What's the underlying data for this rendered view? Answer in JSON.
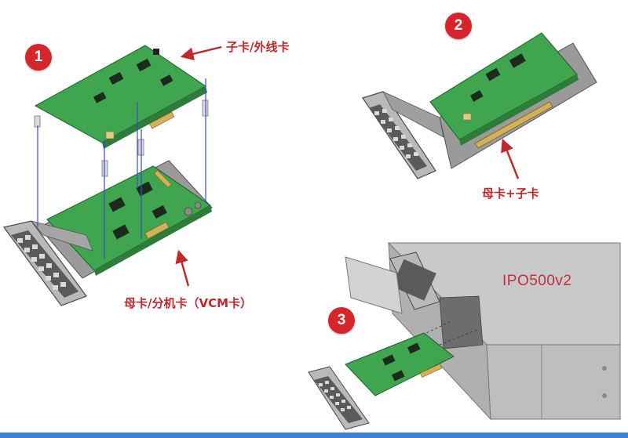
{
  "steps": [
    "1",
    "2",
    "3"
  ],
  "callouts": {
    "daughter_card": "子卡/外线卡",
    "combined_card": "母卡+子卡",
    "mother_card": "母卡/分机卡（VCM卡）"
  },
  "chassis": {
    "model": "IPO500v2"
  },
  "colors": {
    "badge": "#d7262b",
    "callout_text": "#c0282c",
    "arrow": "#c0282c",
    "pcb": "#3fa64f",
    "faceplate": "#b9b9b9",
    "chassis": "#c9c9c9",
    "guide_line": "#3a4bd0",
    "bottom_bar": "#3f7fcf"
  }
}
